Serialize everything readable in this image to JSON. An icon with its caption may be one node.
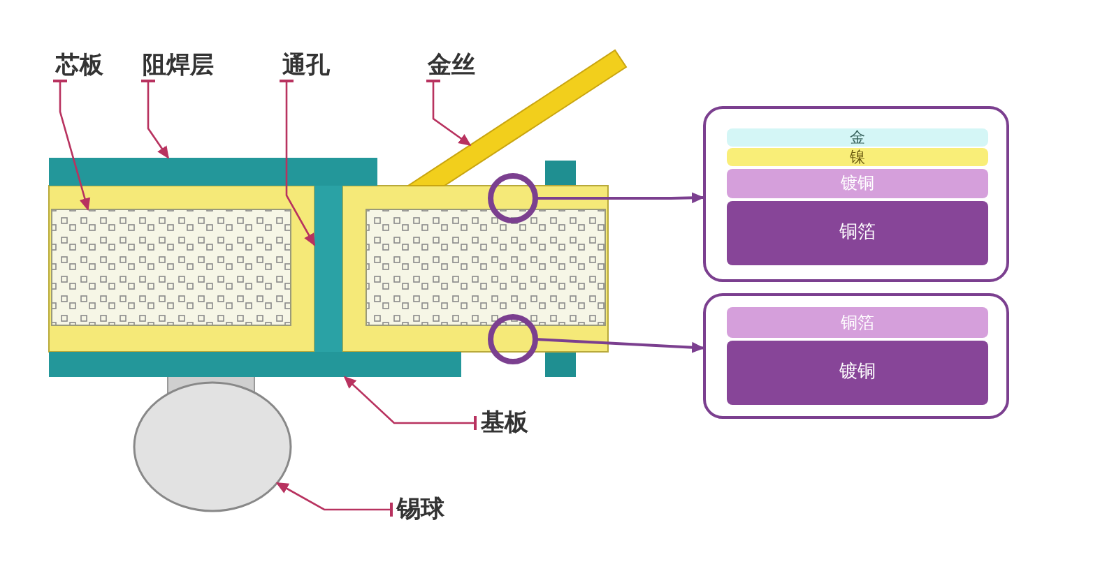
{
  "diagram": {
    "nodes": [
      {
        "text": [
          "芯板"
        ]
      },
      {
        "text": [
          "阻焊层"
        ]
      },
      {
        "text": [
          "通孔"
        ]
      },
      {
        "text": [
          "金丝"
        ]
      },
      {
        "text": [
          "基板"
        ]
      },
      {
        "text": [
          "锡球"
        ]
      },
      {
        "text": [],
        "shape": "box"
      },
      {
        "text": [],
        "shape": "box"
      },
      {
        "text": [],
        "shape": "box"
      },
      {
        "text": [],
        "shape": "bar"
      },
      {
        "text": [],
        "shape": "box"
      },
      {
        "text": [],
        "shape": "circle"
      },
      {
        "text": [],
        "shape": "circle"
      },
      {
        "text": [],
        "shape": "circle"
      },
      {
        "text": [],
        "shape": "box"
      },
      {
        "text": [
          "金"
        ],
        "in": 14
      },
      {
        "text": [
          "镍"
        ],
        "in": 14
      },
      {
        "text": [
          "镀铜"
        ],
        "in": 14
      },
      {
        "text": [
          "铜箔"
        ],
        "in": 14
      },
      {
        "text": [],
        "shape": "box"
      },
      {
        "text": [
          "铜箔"
        ],
        "in": 19
      },
      {
        "text": [
          "镀铜"
        ],
        "in": 19
      }
    ],
    "edges": [
      {
        "from": 0,
        "to": 6,
        "arrow": "to"
      },
      {
        "from": 1,
        "to": 7,
        "arrow": "to"
      },
      {
        "from": 2,
        "to": 8,
        "arrow": "to"
      },
      {
        "from": 3,
        "to": 9,
        "arrow": "to"
      },
      {
        "from": 4,
        "to": 10,
        "arrow": "to"
      },
      {
        "from": 5,
        "to": 11,
        "arrow": "to"
      },
      {
        "from": 12,
        "to": 14,
        "arrow": "to"
      },
      {
        "from": 13,
        "to": 19,
        "arrow": "to"
      }
    ]
  }
}
